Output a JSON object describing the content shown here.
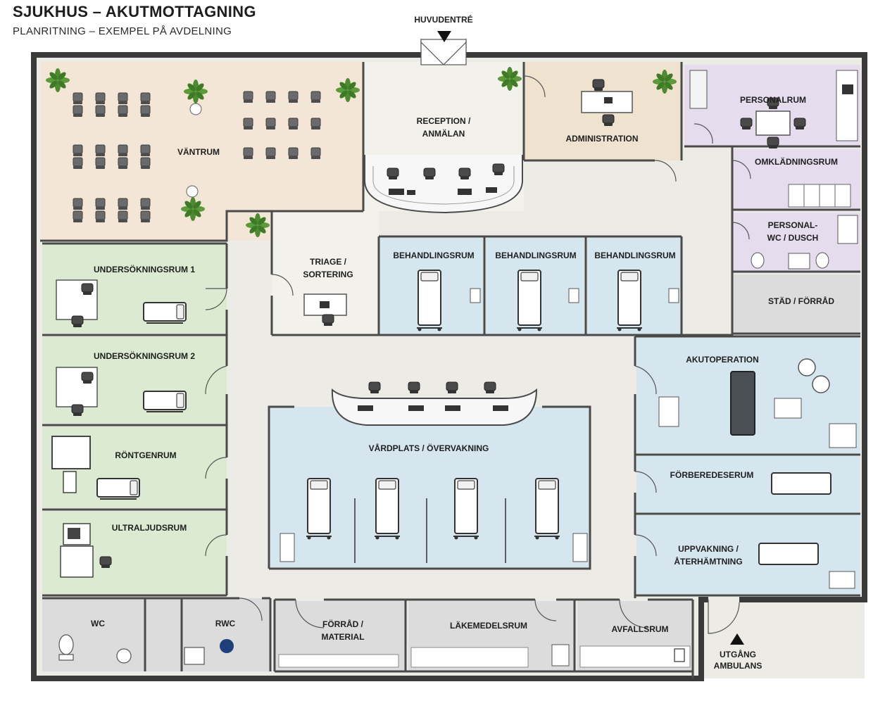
{
  "header": {
    "title": "SJUKHUS – AKUTMOTTAGNING",
    "subtitle": "PLANRITNING – EXEMPEL PÅ AVDELNING"
  },
  "entrances": {
    "main": "HUVUDENTRÉ",
    "ambulance_line1": "UTGÅNG",
    "ambulance_line2": "AMBULANS"
  },
  "rooms": {
    "waiting": "VÄNTRUM",
    "reception_line1": "RECEPTION /",
    "reception_line2": "ANMÄLAN",
    "administration": "ADMINISTRATION",
    "staff_room": "PERSONALRUM",
    "changing": "OMKLÄDNINGSRUM",
    "staff_wc_line1": "PERSONAL-",
    "staff_wc_line2": "WC / DUSCH",
    "cleaning": "STÄD / FÖRRÅD",
    "triage_line1": "TRIAGE /",
    "triage_line2": "SORTERING",
    "treatment_1": "BEHANDLINGSRUM",
    "treatment_2": "BEHANDLINGSRUM",
    "treatment_3": "BEHANDLINGSRUM",
    "exam_1": "UNDERSÖKNINGSRUM 1",
    "exam_2": "UNDERSÖKNINGSRUM 2",
    "xray": "RÖNTGENRUM",
    "ultrasound": "ULTRALJUDSRUM",
    "emergency_op": "AKUTOPERATION",
    "care_monitoring": "VÅRDPLATS / ÖVERVAKNING",
    "prep": "FÖRBEREDESERUM",
    "recovery_line1": "UPPVAKNING /",
    "recovery_line2": "ÅTERHÄMTNING",
    "wc": "WC",
    "rwc": "RWC",
    "storage_line1": "FÖRRÅD /",
    "storage_line2": "MATERIAL",
    "medicine": "LÄKEMEDELSRUM",
    "waste": "AVFALLSRUM"
  },
  "colors": {
    "wall": "#3a3a3a",
    "corridor": "#ecebe6",
    "waiting": "#f3e6d6",
    "admin": "#efe2cf",
    "staff": "#e5dcee",
    "exam": "#dbead0",
    "treatment": "#d6e6ef",
    "grey_room": "#dcdcdc",
    "plant": "#4f8a32"
  }
}
